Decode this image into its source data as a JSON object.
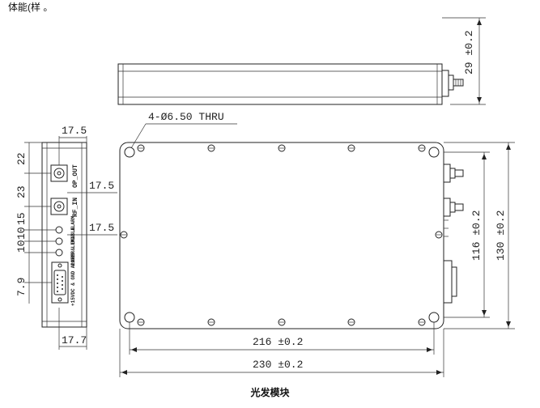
{
  "top_text": "体能(样 。",
  "hole_note": "4-Ø6.50 THRU",
  "dims": {
    "height_29": "29 ±0.2",
    "width_216": "216 ±0.2",
    "width_230": "230 ±0.2",
    "height_116": "116 ±0.2",
    "height_130": "130 ±0.2",
    "side_17_5_top": "17.5",
    "side_17_5_mid1": "17.5",
    "side_17_5_mid2": "17.5",
    "side_17_7": "17.7",
    "side_22": "22",
    "side_23": "23",
    "side_15": "15",
    "side_10a": "10",
    "side_10b": "10",
    "side_7_9": "7.9"
  },
  "connector_labels": {
    "op_out": "OP_OUT",
    "rf_in": "RF_IN",
    "power_alarm": "POWER LIMIT ALARM",
    "power_supply": "+15VDC & GND ALARM & ENABLE"
  },
  "caption": "光发模块"
}
